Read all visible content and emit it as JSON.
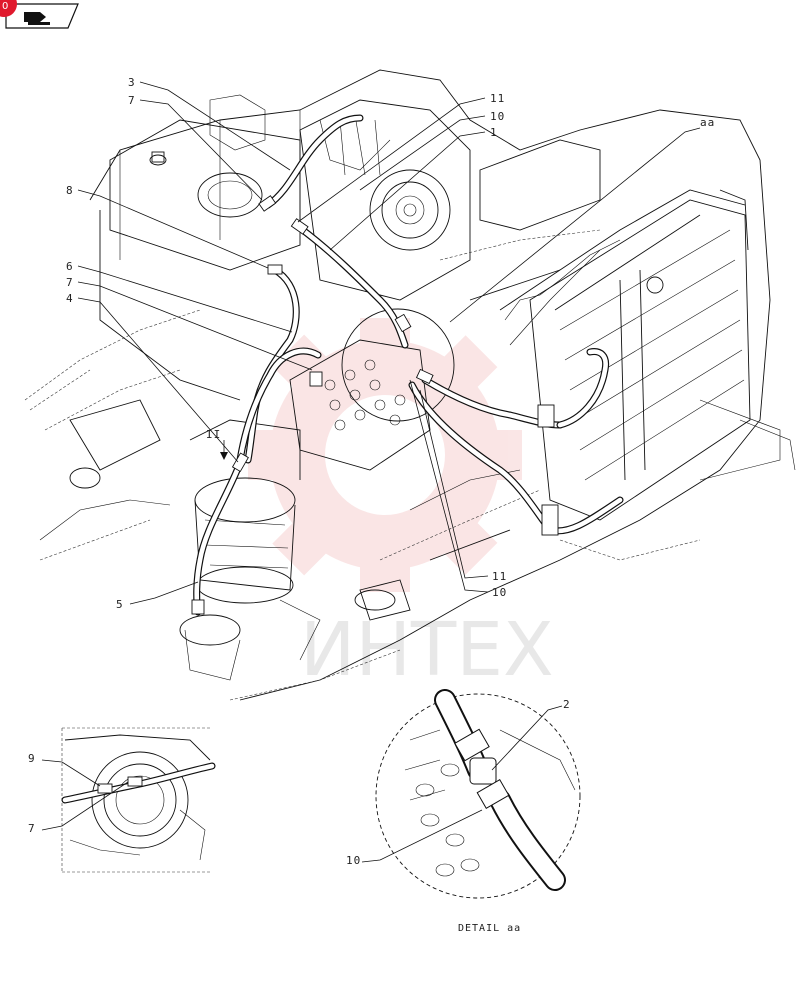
{
  "badge": {
    "text": "0",
    "color": "#e0192d"
  },
  "nav_icon": "book-arrow-icon",
  "watermark": {
    "text": "ИНТЕХ",
    "color": "#f0a0a0"
  },
  "callouts": {
    "c3": "3",
    "c7a": "7",
    "c8": "8",
    "c6": "6",
    "c7b": "7",
    "c4": "4",
    "c5": "5",
    "c11a": "11",
    "c10a": "10",
    "c1": "1",
    "caa": "aa",
    "c11b": "11",
    "c10b": "10",
    "cII": "II",
    "c9": "9",
    "c7c": "7",
    "c2": "2",
    "c10c": "10"
  },
  "detail_caption": "DETAIL aa"
}
